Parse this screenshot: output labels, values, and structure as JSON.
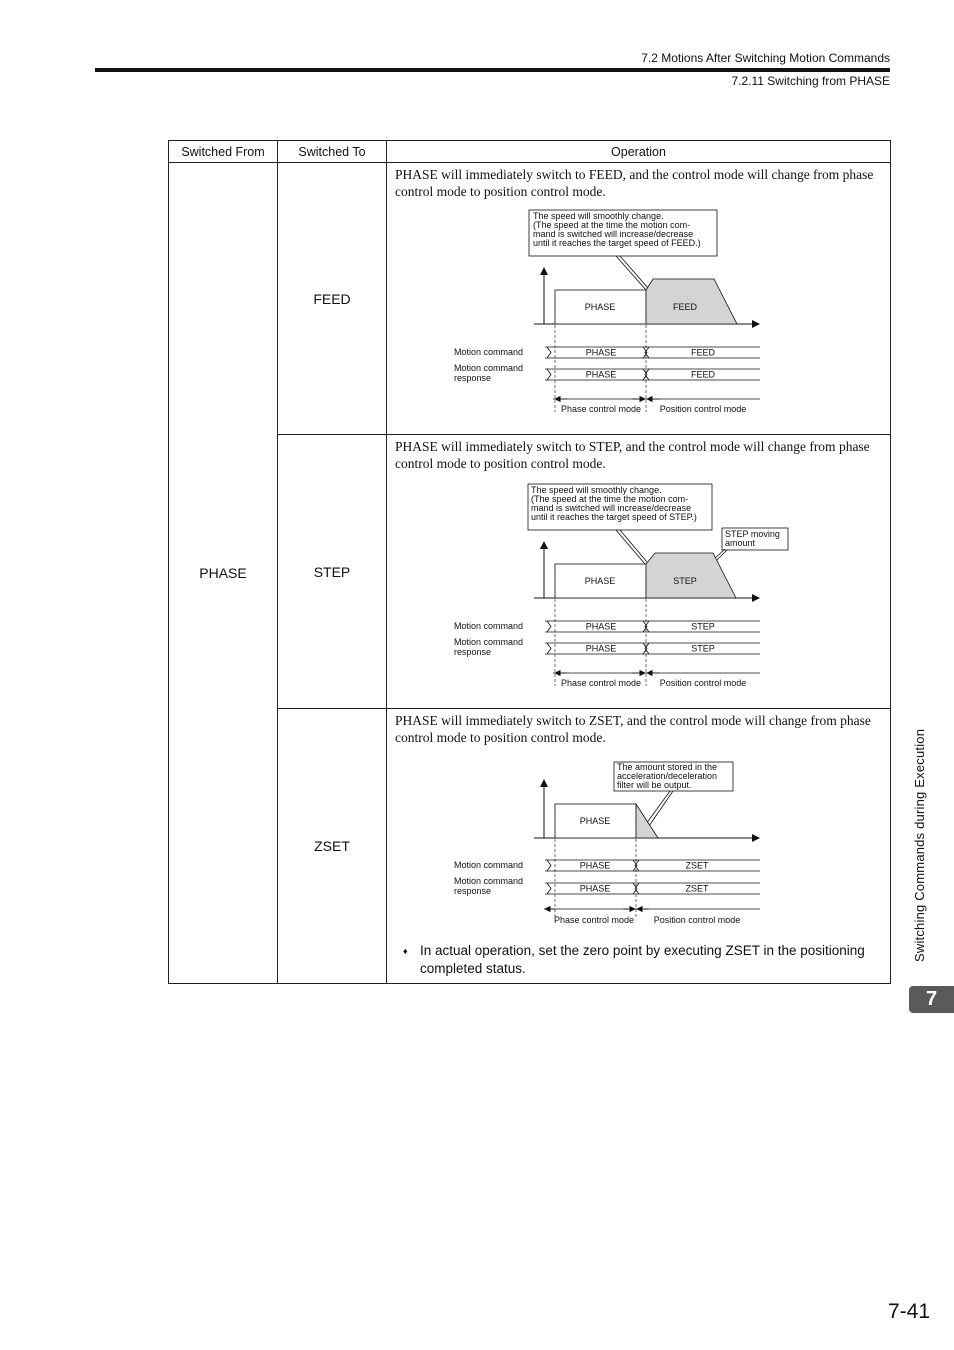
{
  "header": {
    "section": "7.2  Motions After Switching Motion Commands",
    "subsection": "7.2.11  Switching from PHASE"
  },
  "table": {
    "columns": [
      "Switched From",
      "Switched To",
      "Operation"
    ],
    "from": "PHASE",
    "rows": [
      {
        "to": "FEED",
        "text": "PHASE will immediately switch to FEED, and the control mode will change from phase control mode to position control mode.",
        "note": [
          "The speed will smoothly change.",
          "(The speed at the time the motion com-",
          "mand is switched will increase/decrease",
          "until it reaches the target speed of FEED.)"
        ],
        "region_left": "PHASE",
        "region_right": "FEED",
        "cmd_label": "Motion command",
        "resp_label_1": "Motion command",
        "resp_label_2": "response",
        "cmd_left": "PHASE",
        "cmd_right": "FEED",
        "resp_left": "PHASE",
        "resp_right": "FEED",
        "mode_left": "Phase control mode",
        "mode_right": "Position control mode"
      },
      {
        "to": "STEP",
        "text": "PHASE will immediately switch to STEP, and the control mode will change from phase control mode to position control mode.",
        "note": [
          "The speed will smoothly change.",
          "(The speed at the time the motion com-",
          "mand is switched will increase/decrease",
          "until it reaches the target speed of STEP.)"
        ],
        "note2": [
          "STEP moving",
          "amount"
        ],
        "region_left": "PHASE",
        "region_right": "STEP",
        "cmd_label": "Motion command",
        "resp_label_1": "Motion command",
        "resp_label_2": "response",
        "cmd_left": "PHASE",
        "cmd_right": "STEP",
        "resp_left": "PHASE",
        "resp_right": "STEP",
        "mode_left": "Phase control mode",
        "mode_right": "Position control mode"
      },
      {
        "to": "ZSET",
        "text": "PHASE will immediately switch to ZSET, and the control mode will change from phase control mode to position control mode.",
        "note": [
          "The amount stored in the",
          "acceleration/deceleration",
          "filter will be output."
        ],
        "region_left": "PHASE",
        "cmd_label": "Motion command",
        "resp_label_1": "Motion command",
        "resp_label_2": "response",
        "cmd_left": "PHASE",
        "cmd_right": "ZSET",
        "resp_left": "PHASE",
        "resp_right": "ZSET",
        "mode_left": "Phase control mode",
        "mode_right": "Position control mode",
        "bullet": "In actual operation, set the zero point by executing ZSET in the positioning completed status."
      }
    ]
  },
  "side_title": "Switching Commands during Execution",
  "chapter": "7",
  "page_number": "7-41"
}
